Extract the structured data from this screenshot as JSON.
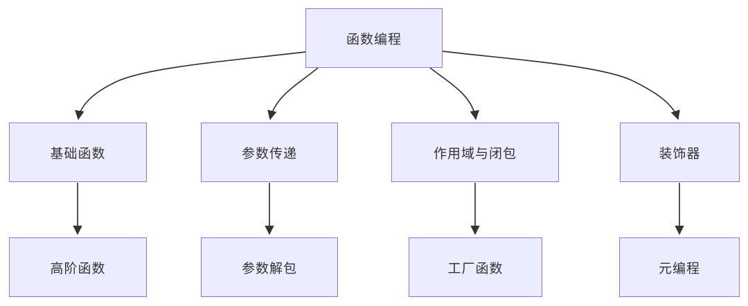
{
  "diagram": {
    "type": "flowchart",
    "direction": "top-down",
    "nodes": {
      "root": {
        "label": "函数编程"
      },
      "l2": [
        {
          "label": "基础函数"
        },
        {
          "label": "参数传递"
        },
        {
          "label": "作用域与闭包"
        },
        {
          "label": "装饰器"
        }
      ],
      "l3": [
        {
          "label": "高阶函数"
        },
        {
          "label": "参数解包"
        },
        {
          "label": "工厂函数"
        },
        {
          "label": "元编程"
        }
      ]
    },
    "edges": [
      {
        "from": "函数编程",
        "to": "基础函数"
      },
      {
        "from": "函数编程",
        "to": "参数传递"
      },
      {
        "from": "函数编程",
        "to": "作用域与闭包"
      },
      {
        "from": "函数编程",
        "to": "装饰器"
      },
      {
        "from": "基础函数",
        "to": "高阶函数"
      },
      {
        "from": "参数传递",
        "to": "参数解包"
      },
      {
        "from": "作用域与闭包",
        "to": "工厂函数"
      },
      {
        "from": "装饰器",
        "to": "元编程"
      }
    ]
  },
  "theme": {
    "node-fill": "#ECECFF",
    "node-border": "#9370DB",
    "node-text": "#333333",
    "edge-color": "#333333",
    "background": "#ffffff"
  }
}
